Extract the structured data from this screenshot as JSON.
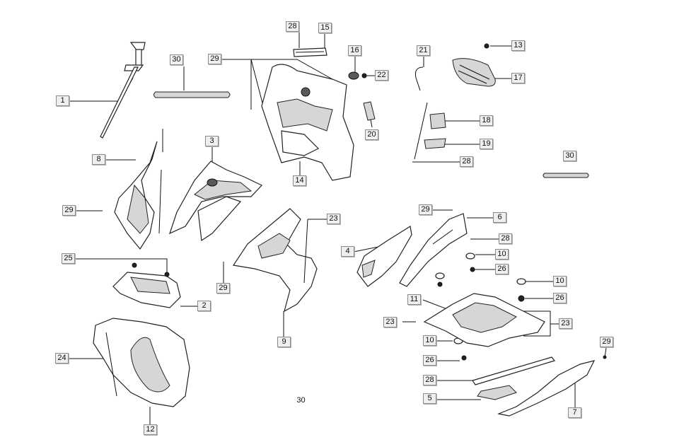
{
  "labels": [
    "1",
    "2",
    "3",
    "4",
    "5",
    "6",
    "7",
    "8",
    "9",
    "10",
    "10",
    "10",
    "11",
    "12",
    "13",
    "14",
    "15",
    "16",
    "17",
    "18",
    "19",
    "20",
    "21",
    "22",
    "23",
    "23",
    "23",
    "24",
    "25",
    "26",
    "26",
    "26",
    "28",
    "28",
    "28",
    "28",
    "29",
    "29",
    "29",
    "29",
    "29",
    "30",
    "30",
    "30"
  ]
}
